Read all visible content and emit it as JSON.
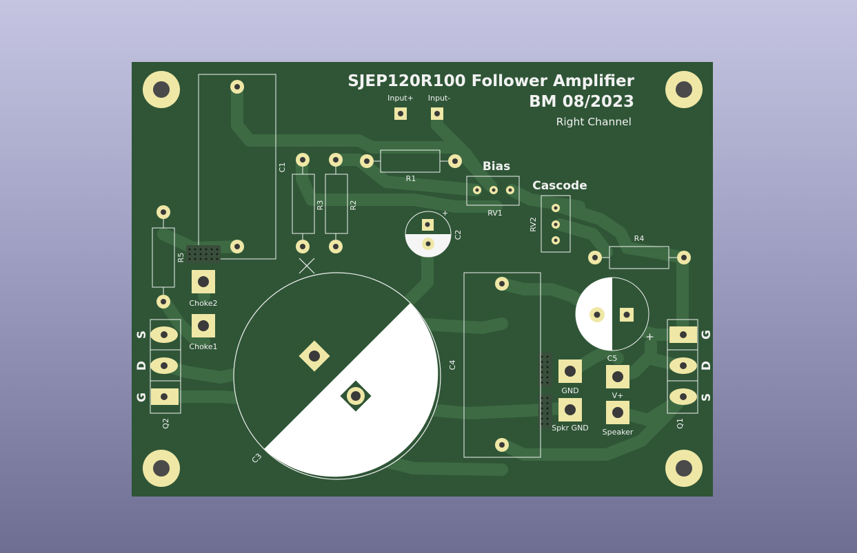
{
  "board": {
    "title_line1": "SJEP120R100 Follower Amplifier",
    "title_line2": "BM 08/2023",
    "subtitle": "Right Channel",
    "colors": {
      "background_top": "#c5c5e2",
      "background_bottom": "#6e6e92",
      "soldermask": "#2f5536",
      "copper_trace": "#3d6a43",
      "pad": "#efe7a6",
      "silkscreen": "#f2f2f2"
    }
  },
  "labels": {
    "input_plus": "Input+",
    "input_minus": "Input-",
    "bias": "Bias",
    "cascode": "Cascode",
    "rv1": "RV1",
    "rv2": "RV2",
    "r1": "R1",
    "r2": "R2",
    "r3": "R3",
    "r4": "R4",
    "r5": "R5",
    "c1": "C1",
    "c2": "C2",
    "c3": "C3",
    "c4": "C4",
    "c5": "C5",
    "q1": "Q1",
    "q2": "Q2",
    "choke1": "Choke1",
    "choke2": "Choke2",
    "gnd": "GND",
    "v_plus": "V+",
    "spkr_gnd": "Spkr GND",
    "speaker": "Speaker",
    "plus_sign": "+",
    "pin_s": "S",
    "pin_d": "D",
    "pin_g": "G"
  }
}
